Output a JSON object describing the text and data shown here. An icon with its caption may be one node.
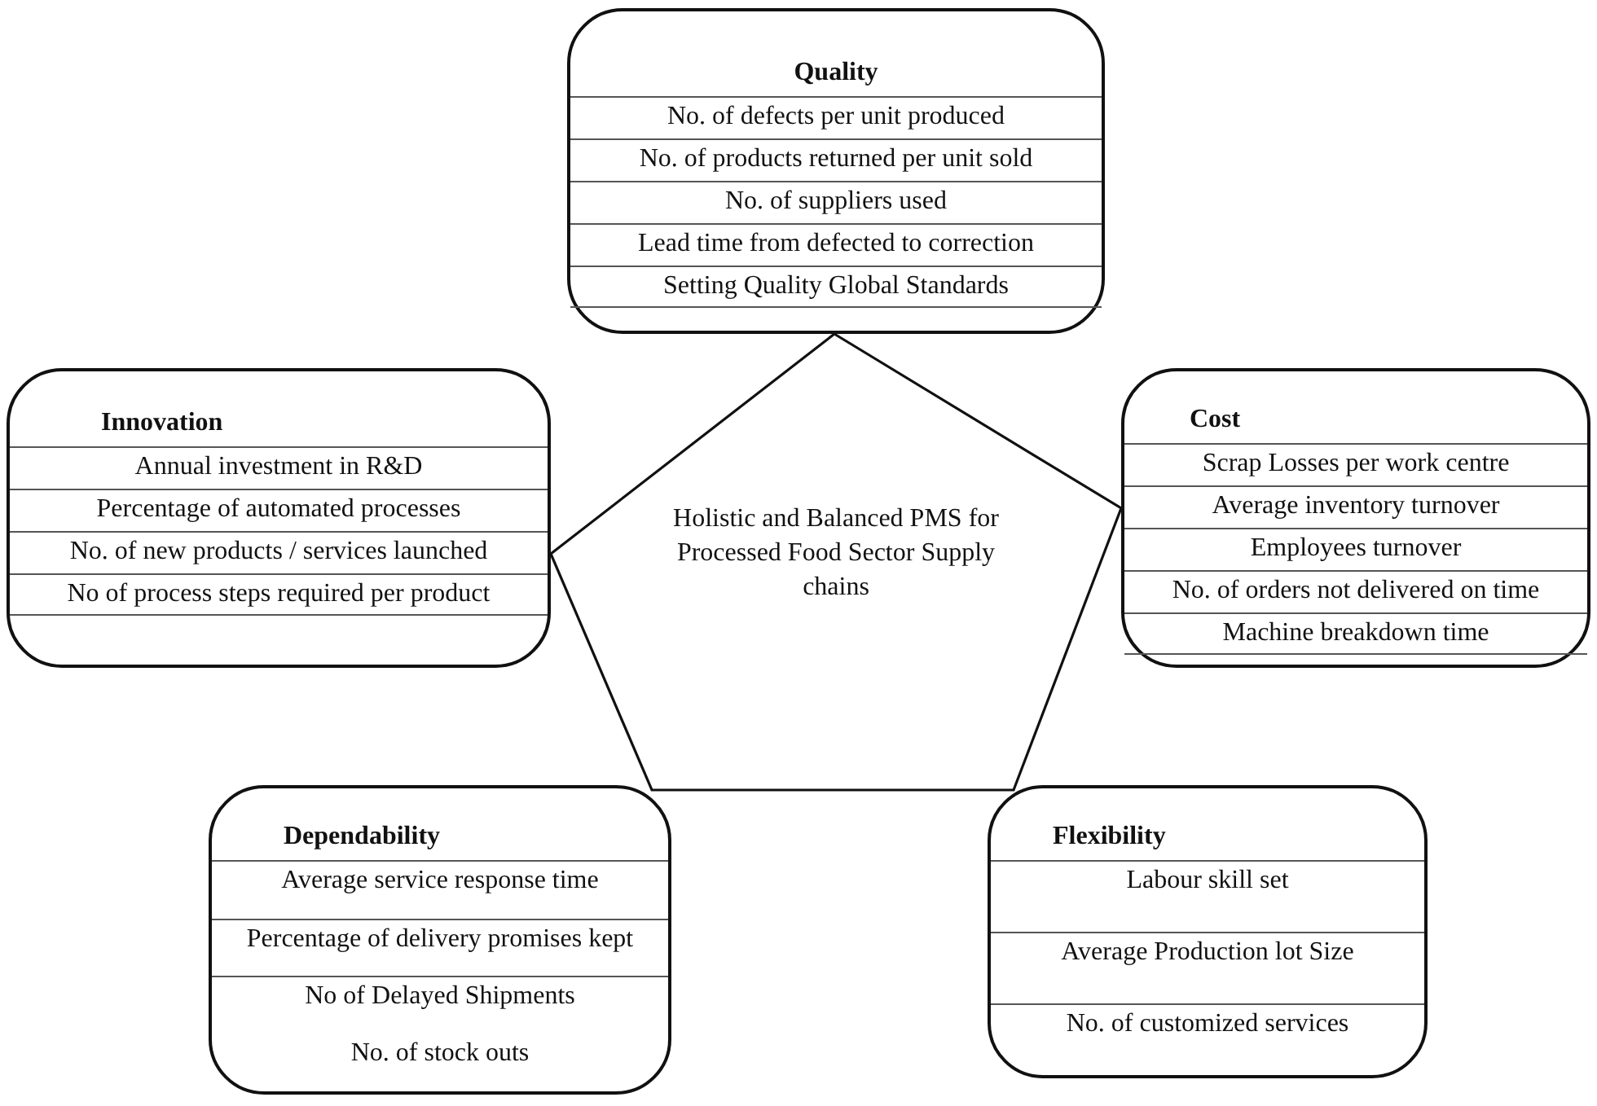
{
  "diagram": {
    "nodes": [
      {
        "text": [
          "Holistic and Balanced PMS for Processed Food Sector Supply chains"
        ]
      },
      {
        "text": [
          "Quality",
          "No. of defects per unit produced",
          "No. of products returned per unit sold",
          "No. of suppliers used",
          "Lead time from defected to correction",
          "Setting Quality Global Standards"
        ]
      },
      {
        "text": [
          "Innovation",
          "Annual investment in R&D",
          "Percentage of automated processes",
          "No. of new products / services launched",
          "No of process steps required per product"
        ]
      },
      {
        "text": [
          "Cost",
          "Scrap Losses per work centre",
          "Average inventory turnover",
          "Employees turnover",
          "No. of orders not delivered on time",
          "Machine breakdown time"
        ]
      },
      {
        "text": [
          "Dependability",
          "Average service response time",
          "Percentage of delivery promises kept",
          "No of Delayed Shipments",
          "No. of stock outs"
        ]
      },
      {
        "text": [
          "Flexibility",
          "Labour skill set",
          "Average Production lot Size",
          "No. of customized services"
        ]
      }
    ]
  }
}
